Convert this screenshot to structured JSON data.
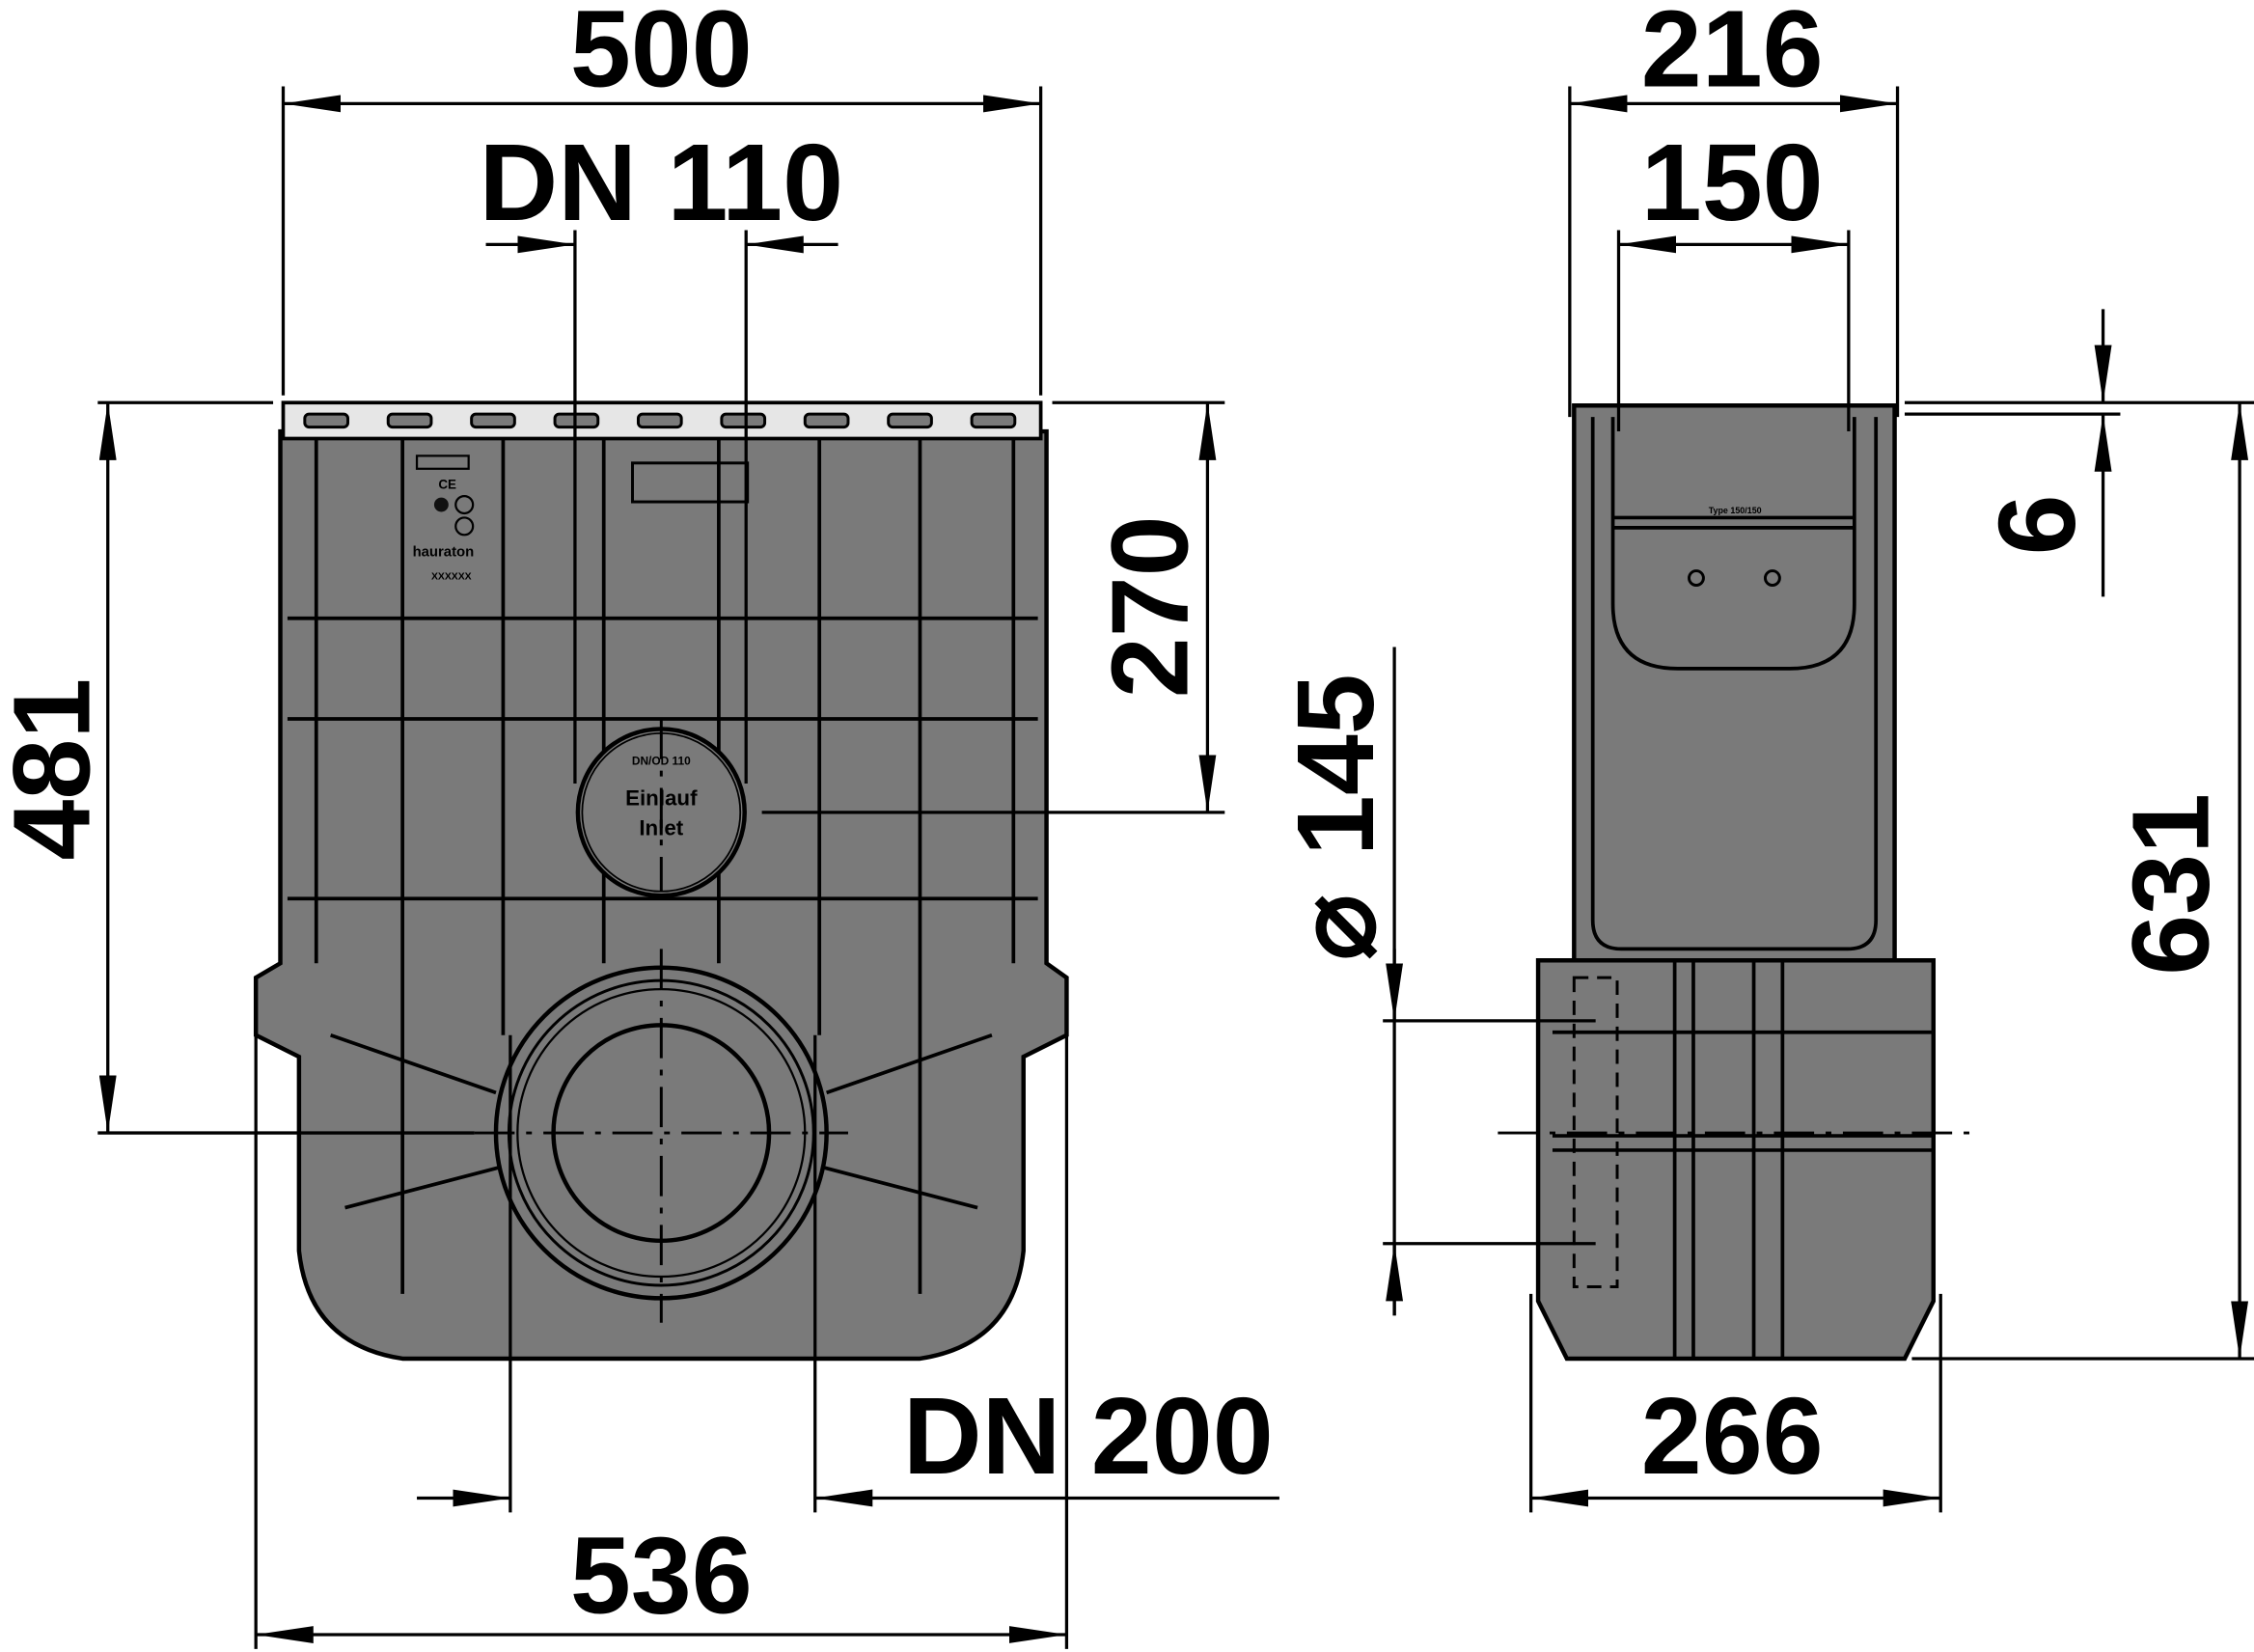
{
  "drawing": {
    "front_view": {
      "width_top": "500",
      "inlet_pipe": "DN 110",
      "height_total": "481",
      "height_inlet": "270",
      "outlet_pipe": "DN 200",
      "width_bottom": "536",
      "inlet_label_size": "DN/OD 110",
      "inlet_label_de": "Einlauf",
      "inlet_label_en": "Inlet",
      "logo_text": "hauraton",
      "serial": "XXXXXX",
      "ce_mark": "CE"
    },
    "side_view": {
      "width_top": "216",
      "inner_width": "150",
      "grate_depth": "6",
      "height_total": "631",
      "diameter_symbol": "⌀",
      "diameter": "145",
      "width_bottom": "266",
      "type_label": "Type 150/150"
    },
    "colors": {
      "body": "#7a7a7a",
      "grate": "#e6e6e6",
      "lines": "#000000"
    }
  }
}
